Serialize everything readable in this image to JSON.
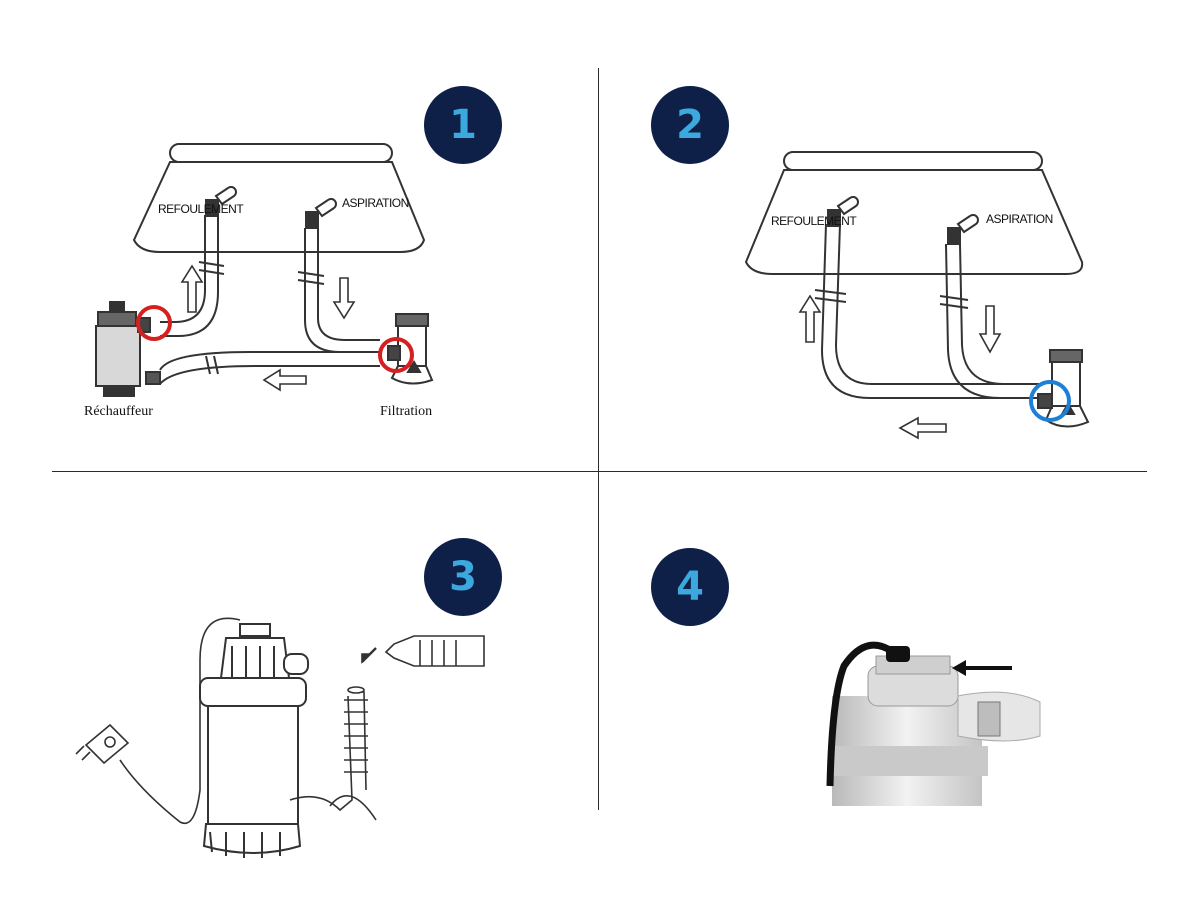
{
  "steps": [
    {
      "number": "1",
      "labels": {
        "refoulement": "REFOULEMENT",
        "aspiration": "ASPIRATION",
        "heater": "Réchauffeur",
        "filtration": "Filtration"
      }
    },
    {
      "number": "2",
      "labels": {
        "refoulement": "REFOULEMENT",
        "aspiration": "ASPIRATION"
      }
    },
    {
      "number": "3"
    },
    {
      "number": "4"
    }
  ],
  "colors": {
    "badge_bg": "#0e1f48",
    "badge_text": "#3ba9dd",
    "highlight_red": "#d61f1f",
    "highlight_blue": "#1e7fd6"
  }
}
